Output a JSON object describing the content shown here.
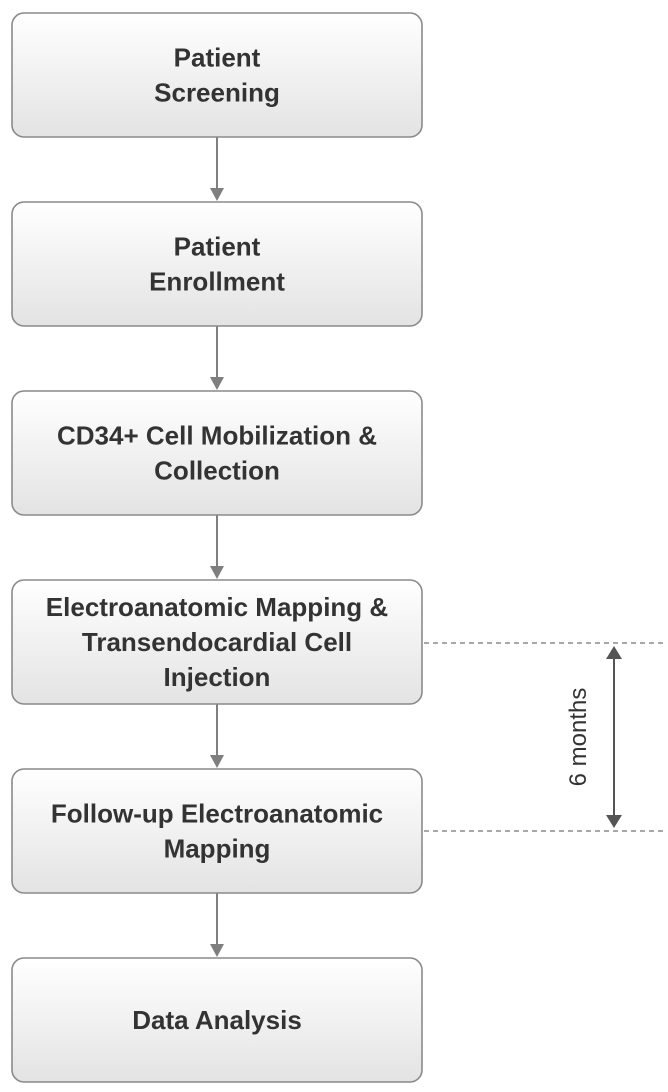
{
  "steps": [
    {
      "id": "patient-screening",
      "lines": [
        "Patient",
        "Screening"
      ]
    },
    {
      "id": "patient-enrollment",
      "lines": [
        "Patient",
        "Enrollment"
      ]
    },
    {
      "id": "cell-mobilization",
      "lines": [
        "CD34+ Cell Mobilization &",
        "Collection"
      ]
    },
    {
      "id": "mapping-injection",
      "lines": [
        "Electroanatomic Mapping &",
        "Transendocardial Cell",
        "Injection"
      ]
    },
    {
      "id": "followup-mapping",
      "lines": [
        "Follow-up Electroanatomic",
        "Mapping"
      ]
    },
    {
      "id": "data-analysis",
      "lines": [
        "Data Analysis"
      ]
    }
  ],
  "interval": {
    "label": "6 months",
    "from_step": 3,
    "to_step": 4
  },
  "colors": {
    "box_top": "#ffffff",
    "box_bottom": "#e6e6e6",
    "box_border": "#8a8a8a",
    "text": "#333333",
    "arrow": "#7f7f7f"
  }
}
